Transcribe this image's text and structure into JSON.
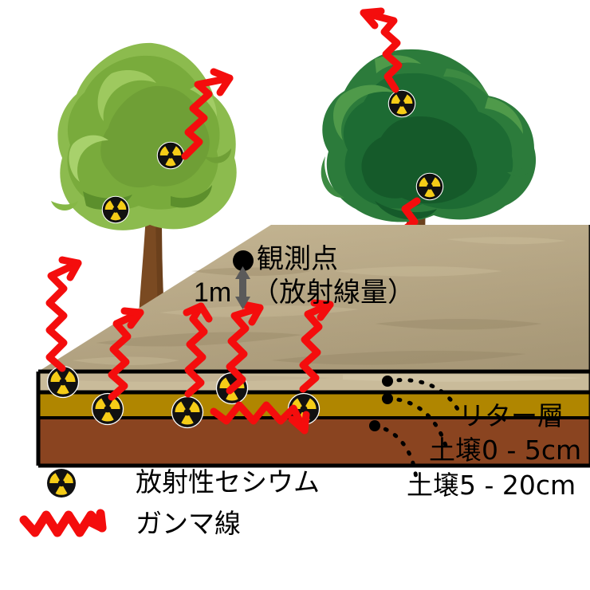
{
  "diagram": {
    "title_present": false,
    "observation": {
      "point_label": "観測点",
      "height_label": "1m",
      "quantity_label": "（放射線量）",
      "marker_icon": "observation-point-dot",
      "arrow_icon": "double-headed-vertical-arrow"
    },
    "layers": [
      {
        "id": "litter",
        "label": "リター層",
        "color": "#c9bb9a"
      },
      {
        "id": "soil_0_5",
        "label": "土壌0 - 5cm",
        "color": "#b08600"
      },
      {
        "id": "soil_5_20",
        "label": "土壌5 - 20cm",
        "color": "#8a4420"
      }
    ],
    "legend": [
      {
        "icon": "radioactive-trefoil-icon",
        "label": "放射性セシウム"
      },
      {
        "icon": "gamma-ray-arrow-icon",
        "label": "ガンマ線"
      }
    ],
    "trees": [
      {
        "id": "tree-left",
        "foliage_color": "#7aab3e",
        "trunk_color": "#7a4a22",
        "cesium_markers": 2
      },
      {
        "id": "tree-right",
        "foliage_color": "#1d6b33",
        "trunk_color": "#7a4a22",
        "cesium_markers": 2
      }
    ],
    "colors": {
      "gamma": "#f40d0d",
      "ground_surface": "#b3a584",
      "trefoil_yellow": "#f5cc17",
      "trefoil_black": "#111111",
      "outline": "#000000",
      "arrow_gray": "#5a5a5a"
    },
    "cesium_marker_count": {
      "litter_layer": 2,
      "soil_0_5": 3,
      "canopy": 4
    }
  }
}
